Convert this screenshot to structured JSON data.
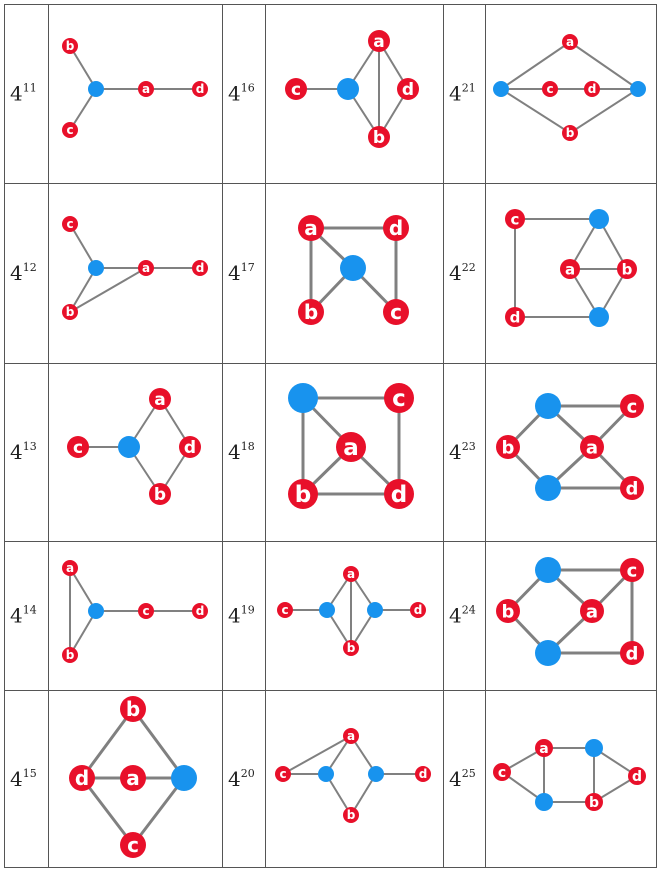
{
  "colors": {
    "red_node": "#e8102a",
    "blue_node": "#1893ee",
    "edge": "#808080",
    "border": "#555555"
  },
  "cells": [
    {
      "label_base": "4",
      "label_sup": "11",
      "nodes": [
        {
          "id": "b",
          "text": "b",
          "color": "red"
        },
        {
          "id": "c",
          "text": "c",
          "color": "red"
        },
        {
          "id": "x",
          "text": "",
          "color": "blue"
        },
        {
          "id": "a",
          "text": "a",
          "color": "red"
        },
        {
          "id": "d",
          "text": "d",
          "color": "red"
        }
      ],
      "edges": [
        [
          "x",
          "b"
        ],
        [
          "x",
          "c"
        ],
        [
          "x",
          "a"
        ],
        [
          "a",
          "d"
        ]
      ]
    },
    {
      "label_base": "4",
      "label_sup": "16",
      "nodes": [
        {
          "id": "c",
          "text": "c",
          "color": "red"
        },
        {
          "id": "x",
          "text": "",
          "color": "blue"
        },
        {
          "id": "a",
          "text": "a",
          "color": "red"
        },
        {
          "id": "d",
          "text": "d",
          "color": "red"
        },
        {
          "id": "b",
          "text": "b",
          "color": "red"
        }
      ],
      "edges": [
        [
          "c",
          "x"
        ],
        [
          "x",
          "a"
        ],
        [
          "x",
          "b"
        ],
        [
          "a",
          "b"
        ],
        [
          "a",
          "d"
        ],
        [
          "d",
          "b"
        ]
      ]
    },
    {
      "label_base": "4",
      "label_sup": "21",
      "nodes": [
        {
          "id": "x1",
          "text": "",
          "color": "blue"
        },
        {
          "id": "a",
          "text": "a",
          "color": "red"
        },
        {
          "id": "c",
          "text": "c",
          "color": "red"
        },
        {
          "id": "d",
          "text": "d",
          "color": "red"
        },
        {
          "id": "x2",
          "text": "",
          "color": "blue"
        },
        {
          "id": "b",
          "text": "b",
          "color": "red"
        }
      ],
      "edges": [
        [
          "x1",
          "a"
        ],
        [
          "a",
          "x2"
        ],
        [
          "x1",
          "b"
        ],
        [
          "b",
          "x2"
        ],
        [
          "x1",
          "c"
        ],
        [
          "c",
          "d"
        ],
        [
          "d",
          "x2"
        ]
      ]
    },
    {
      "label_base": "4",
      "label_sup": "12",
      "nodes": [
        {
          "id": "c",
          "text": "c",
          "color": "red"
        },
        {
          "id": "x",
          "text": "",
          "color": "blue"
        },
        {
          "id": "a",
          "text": "a",
          "color": "red"
        },
        {
          "id": "d",
          "text": "d",
          "color": "red"
        },
        {
          "id": "b",
          "text": "b",
          "color": "red"
        }
      ],
      "edges": [
        [
          "c",
          "x"
        ],
        [
          "x",
          "a"
        ],
        [
          "a",
          "d"
        ],
        [
          "x",
          "b"
        ],
        [
          "b",
          "a"
        ]
      ]
    },
    {
      "label_base": "4",
      "label_sup": "17",
      "nodes": [
        {
          "id": "a",
          "text": "a",
          "color": "red"
        },
        {
          "id": "d",
          "text": "d",
          "color": "red"
        },
        {
          "id": "x",
          "text": "",
          "color": "blue"
        },
        {
          "id": "b",
          "text": "b",
          "color": "red"
        },
        {
          "id": "c",
          "text": "c",
          "color": "red"
        }
      ],
      "edges": [
        [
          "a",
          "d"
        ],
        [
          "a",
          "b"
        ],
        [
          "a",
          "x"
        ],
        [
          "x",
          "b"
        ],
        [
          "x",
          "c"
        ],
        [
          "d",
          "c"
        ]
      ]
    },
    {
      "label_base": "4",
      "label_sup": "22",
      "nodes": [
        {
          "id": "c",
          "text": "c",
          "color": "red"
        },
        {
          "id": "x1",
          "text": "",
          "color": "blue"
        },
        {
          "id": "a",
          "text": "a",
          "color": "red"
        },
        {
          "id": "b",
          "text": "b",
          "color": "red"
        },
        {
          "id": "d",
          "text": "d",
          "color": "red"
        },
        {
          "id": "x2",
          "text": "",
          "color": "blue"
        }
      ],
      "edges": [
        [
          "c",
          "x1"
        ],
        [
          "c",
          "d"
        ],
        [
          "d",
          "x2"
        ],
        [
          "x1",
          "a"
        ],
        [
          "x1",
          "b"
        ],
        [
          "a",
          "b"
        ],
        [
          "a",
          "x2"
        ],
        [
          "b",
          "x2"
        ]
      ]
    },
    {
      "label_base": "4",
      "label_sup": "13",
      "nodes": [
        {
          "id": "c",
          "text": "c",
          "color": "red"
        },
        {
          "id": "x",
          "text": "",
          "color": "blue"
        },
        {
          "id": "a",
          "text": "a",
          "color": "red"
        },
        {
          "id": "d",
          "text": "d",
          "color": "red"
        },
        {
          "id": "b",
          "text": "b",
          "color": "red"
        }
      ],
      "edges": [
        [
          "c",
          "x"
        ],
        [
          "x",
          "a"
        ],
        [
          "x",
          "b"
        ],
        [
          "a",
          "d"
        ],
        [
          "d",
          "b"
        ]
      ]
    },
    {
      "label_base": "4",
      "label_sup": "18",
      "nodes": [
        {
          "id": "x",
          "text": "",
          "color": "blue"
        },
        {
          "id": "c",
          "text": "c",
          "color": "red"
        },
        {
          "id": "a",
          "text": "a",
          "color": "red"
        },
        {
          "id": "b",
          "text": "b",
          "color": "red"
        },
        {
          "id": "d",
          "text": "d",
          "color": "red"
        }
      ],
      "edges": [
        [
          "x",
          "c"
        ],
        [
          "x",
          "b"
        ],
        [
          "x",
          "a"
        ],
        [
          "c",
          "d"
        ],
        [
          "a",
          "b"
        ],
        [
          "a",
          "d"
        ],
        [
          "b",
          "d"
        ]
      ]
    },
    {
      "label_base": "4",
      "label_sup": "23",
      "nodes": [
        {
          "id": "x1",
          "text": "",
          "color": "blue"
        },
        {
          "id": "c",
          "text": "c",
          "color": "red"
        },
        {
          "id": "b",
          "text": "b",
          "color": "red"
        },
        {
          "id": "a",
          "text": "a",
          "color": "red"
        },
        {
          "id": "x2",
          "text": "",
          "color": "blue"
        },
        {
          "id": "d",
          "text": "d",
          "color": "red"
        }
      ],
      "edges": [
        [
          "x1",
          "c"
        ],
        [
          "x1",
          "b"
        ],
        [
          "x1",
          "a"
        ],
        [
          "b",
          "x2"
        ],
        [
          "a",
          "x2"
        ],
        [
          "a",
          "c"
        ],
        [
          "a",
          "d"
        ],
        [
          "x2",
          "d"
        ]
      ]
    },
    {
      "label_base": "4",
      "label_sup": "14",
      "nodes": [
        {
          "id": "a",
          "text": "a",
          "color": "red"
        },
        {
          "id": "x",
          "text": "",
          "color": "blue"
        },
        {
          "id": "c",
          "text": "c",
          "color": "red"
        },
        {
          "id": "d",
          "text": "d",
          "color": "red"
        },
        {
          "id": "b",
          "text": "b",
          "color": "red"
        }
      ],
      "edges": [
        [
          "a",
          "b"
        ],
        [
          "a",
          "x"
        ],
        [
          "x",
          "b"
        ],
        [
          "x",
          "c"
        ],
        [
          "c",
          "d"
        ]
      ]
    },
    {
      "label_base": "4",
      "label_sup": "19",
      "nodes": [
        {
          "id": "c",
          "text": "c",
          "color": "red"
        },
        {
          "id": "x1",
          "text": "",
          "color": "blue"
        },
        {
          "id": "a",
          "text": "a",
          "color": "red"
        },
        {
          "id": "b",
          "text": "b",
          "color": "red"
        },
        {
          "id": "x2",
          "text": "",
          "color": "blue"
        },
        {
          "id": "d",
          "text": "d",
          "color": "red"
        }
      ],
      "edges": [
        [
          "c",
          "x1"
        ],
        [
          "x1",
          "a"
        ],
        [
          "x1",
          "b"
        ],
        [
          "a",
          "b"
        ],
        [
          "a",
          "x2"
        ],
        [
          "b",
          "x2"
        ],
        [
          "x2",
          "d"
        ]
      ]
    },
    {
      "label_base": "4",
      "label_sup": "24",
      "nodes": [
        {
          "id": "x1",
          "text": "",
          "color": "blue"
        },
        {
          "id": "c",
          "text": "c",
          "color": "red"
        },
        {
          "id": "b",
          "text": "b",
          "color": "red"
        },
        {
          "id": "a",
          "text": "a",
          "color": "red"
        },
        {
          "id": "x2",
          "text": "",
          "color": "blue"
        },
        {
          "id": "d",
          "text": "d",
          "color": "red"
        }
      ],
      "edges": [
        [
          "x1",
          "c"
        ],
        [
          "x1",
          "b"
        ],
        [
          "x1",
          "a"
        ],
        [
          "b",
          "x2"
        ],
        [
          "a",
          "x2"
        ],
        [
          "a",
          "c"
        ],
        [
          "c",
          "d"
        ],
        [
          "x2",
          "d"
        ]
      ]
    },
    {
      "label_base": "4",
      "label_sup": "15",
      "nodes": [
        {
          "id": "b",
          "text": "b",
          "color": "red"
        },
        {
          "id": "d",
          "text": "d",
          "color": "red"
        },
        {
          "id": "a",
          "text": "a",
          "color": "red"
        },
        {
          "id": "x",
          "text": "",
          "color": "blue"
        },
        {
          "id": "c",
          "text": "c",
          "color": "red"
        }
      ],
      "edges": [
        [
          "b",
          "d"
        ],
        [
          "b",
          "x"
        ],
        [
          "d",
          "a"
        ],
        [
          "a",
          "x"
        ],
        [
          "d",
          "c"
        ],
        [
          "c",
          "x"
        ]
      ]
    },
    {
      "label_base": "4",
      "label_sup": "20",
      "nodes": [
        {
          "id": "c",
          "text": "c",
          "color": "red"
        },
        {
          "id": "a",
          "text": "a",
          "color": "red"
        },
        {
          "id": "x1",
          "text": "",
          "color": "blue"
        },
        {
          "id": "x2",
          "text": "",
          "color": "blue"
        },
        {
          "id": "d",
          "text": "d",
          "color": "red"
        },
        {
          "id": "b",
          "text": "b",
          "color": "red"
        }
      ],
      "edges": [
        [
          "c",
          "a"
        ],
        [
          "c",
          "x1"
        ],
        [
          "a",
          "x1"
        ],
        [
          "a",
          "x2"
        ],
        [
          "x1",
          "b"
        ],
        [
          "x2",
          "b"
        ],
        [
          "x2",
          "d"
        ]
      ]
    },
    {
      "label_base": "4",
      "label_sup": "25",
      "nodes": [
        {
          "id": "c",
          "text": "c",
          "color": "red"
        },
        {
          "id": "a",
          "text": "a",
          "color": "red"
        },
        {
          "id": "x1",
          "text": "",
          "color": "blue"
        },
        {
          "id": "x2",
          "text": "",
          "color": "blue"
        },
        {
          "id": "b",
          "text": "b",
          "color": "red"
        },
        {
          "id": "d",
          "text": "d",
          "color": "red"
        }
      ],
      "edges": [
        [
          "c",
          "a"
        ],
        [
          "c",
          "x2"
        ],
        [
          "a",
          "x1"
        ],
        [
          "a",
          "x2"
        ],
        [
          "x1",
          "b"
        ],
        [
          "x1",
          "d"
        ],
        [
          "x2",
          "b"
        ],
        [
          "b",
          "d"
        ]
      ]
    }
  ]
}
